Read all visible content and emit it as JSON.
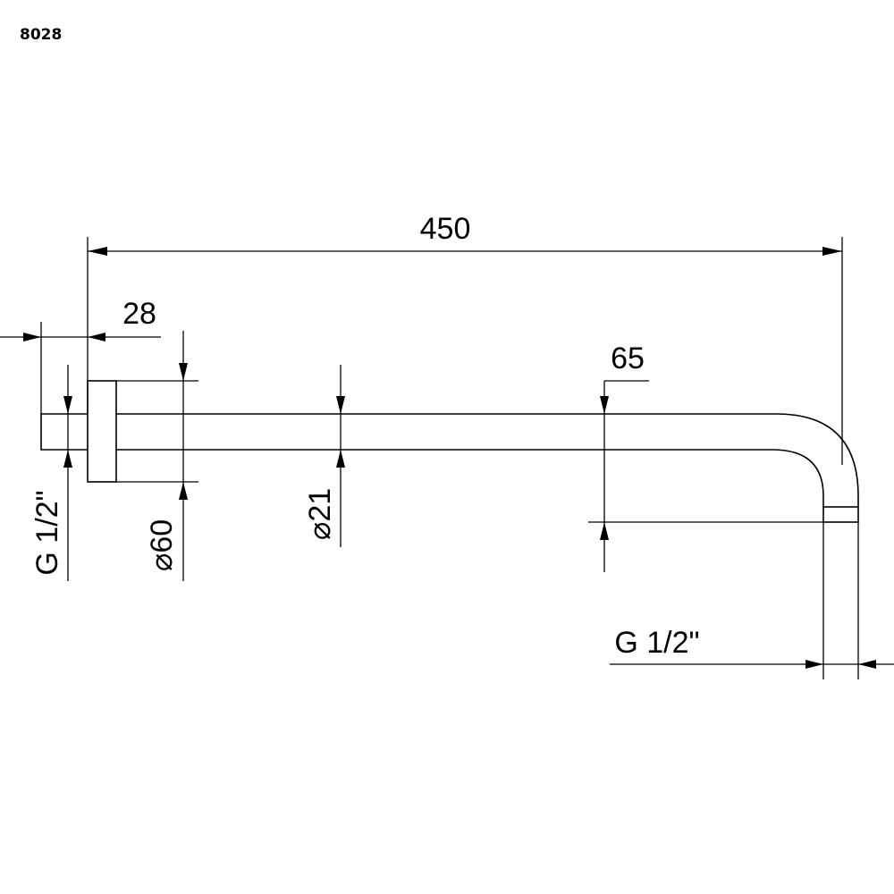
{
  "drawing": {
    "model_code": "8028",
    "dimensions": {
      "total_length": "450",
      "flange_depth": "28",
      "drop": "65",
      "pipe_diameter": "⌀21",
      "flange_diameter": "⌀60",
      "thread_wall": "G 1/2\"",
      "thread_outlet": "G 1/2\""
    }
  }
}
